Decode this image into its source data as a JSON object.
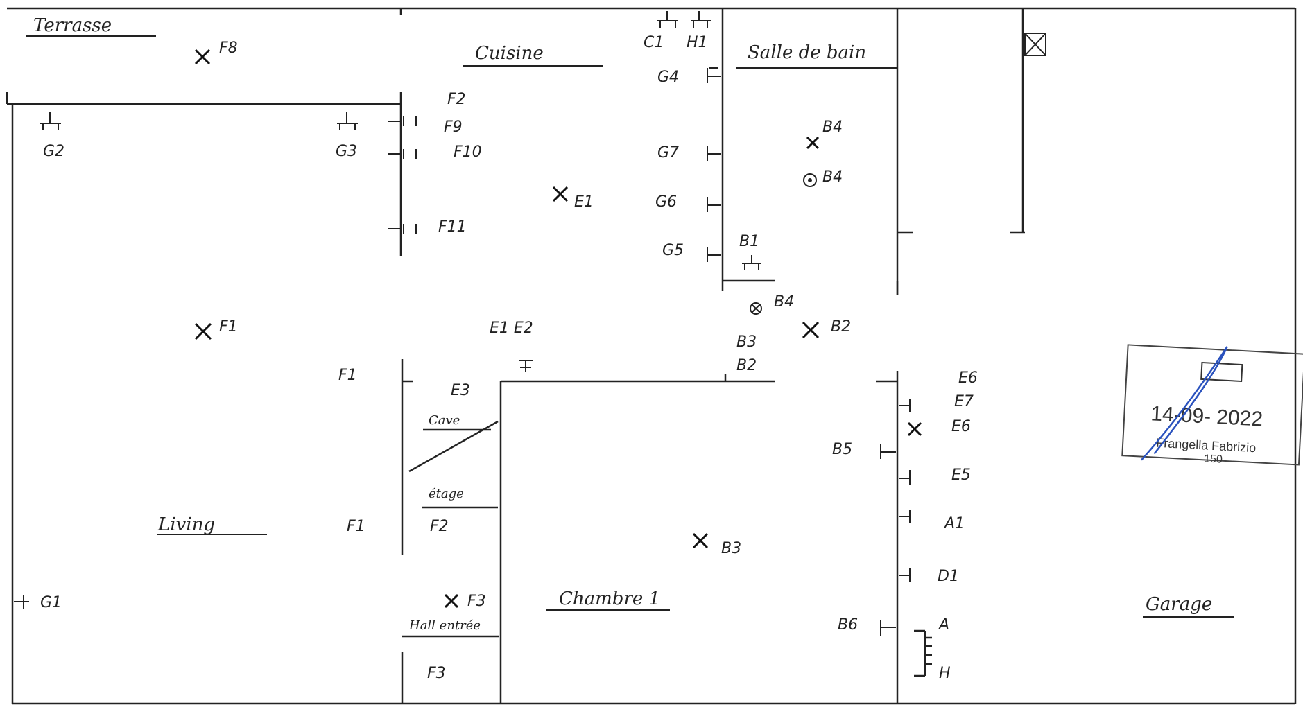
{
  "rooms": {
    "terrasse": "Terrasse",
    "cuisine": "Cuisine",
    "salle_de_bain": "Salle de bain",
    "living": "Living",
    "cave": "Cave",
    "etage": "étage",
    "hall": "Hall entrée",
    "chambre": "Chambre 1",
    "garage": "Garage"
  },
  "labels": {
    "F8": "F8",
    "F2a": "F2",
    "F9": "F9",
    "F10": "F10",
    "F11": "F11",
    "G2": "G2",
    "G3": "G3",
    "E1": "E1",
    "C1": "C1",
    "H1": "H1",
    "G4": "G4",
    "G7": "G7",
    "G6": "G6",
    "G5": "G5",
    "B1": "B1",
    "B4a": "B4",
    "B4b": "B4",
    "B4c": "B4",
    "F1": "F1",
    "E1E2": "E1 E2",
    "B2a": "B2",
    "B3a": "B3",
    "B2b": "B2",
    "F1a": "F1",
    "E3": "E3",
    "E6a": "E6",
    "E7": "E7",
    "E6b": "E6",
    "B5": "B5",
    "E5": "E5",
    "F1b": "F1",
    "F2b": "F2",
    "A1": "A1",
    "B3b": "B3",
    "D1": "D1",
    "G1": "G1",
    "F3a": "F3",
    "B6": "B6",
    "A": "A",
    "H": "H",
    "F3b": "F3"
  },
  "stamp": {
    "date": "14-09- 2022",
    "name": "Frangella Fabrizio",
    "number": "150"
  },
  "colors": {
    "ink": "#222222",
    "stamp_blue": "#2a52be"
  }
}
